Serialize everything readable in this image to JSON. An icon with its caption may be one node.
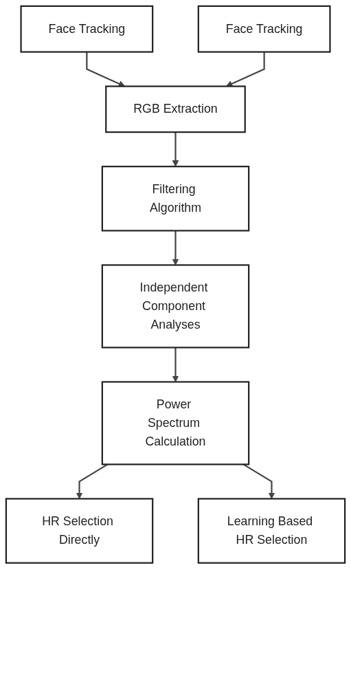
{
  "diagram": {
    "nodes": [
      {
        "text": [
          "Face Tracking"
        ]
      },
      {
        "text": [
          "Face Tracking"
        ]
      },
      {
        "text": [
          "RGB Extraction"
        ]
      },
      {
        "text": [
          "Filtering Algorithm"
        ]
      },
      {
        "text": [
          "Independent Component Analyses"
        ]
      },
      {
        "text": [
          "Power Spectrum Calculation"
        ]
      },
      {
        "text": [
          "HR Selection Directly"
        ]
      },
      {
        "text": [
          "Learning Based HR Selection"
        ]
      }
    ],
    "edges": [
      {
        "from": 0,
        "to": 2,
        "arrow": "to"
      },
      {
        "from": 1,
        "to": 2,
        "arrow": "to"
      },
      {
        "from": 2,
        "to": 3,
        "arrow": "to"
      },
      {
        "from": 3,
        "to": 4,
        "arrow": "to"
      },
      {
        "from": 4,
        "to": 5,
        "arrow": "to"
      },
      {
        "from": 5,
        "to": 6,
        "arrow": "to"
      },
      {
        "from": 5,
        "to": 7,
        "arrow": "to"
      }
    ]
  }
}
